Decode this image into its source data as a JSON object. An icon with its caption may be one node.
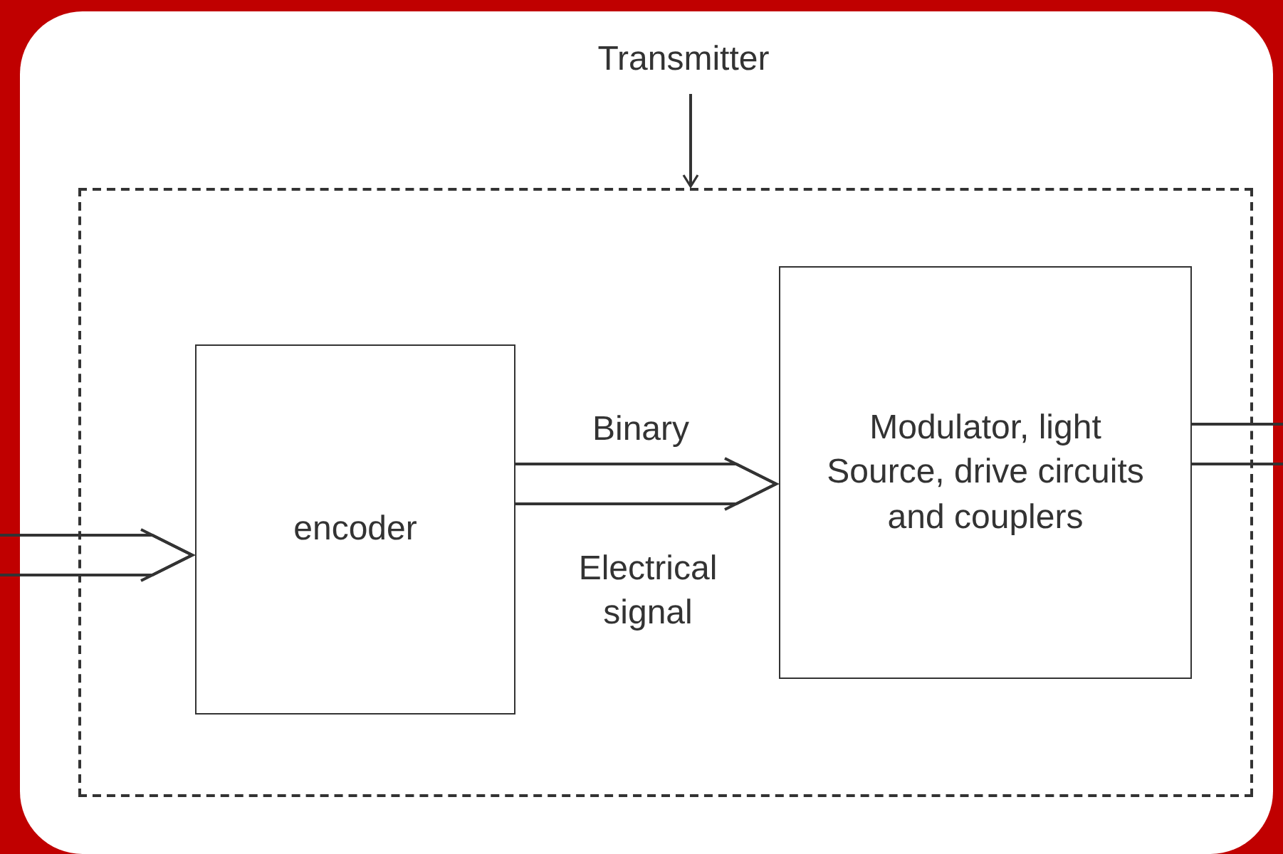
{
  "diagram": {
    "nodes": [
      {
        "text": [
          "Transmitter"
        ]
      },
      {
        "text": [],
        "shape": "box"
      },
      {
        "text": [
          "encoder"
        ],
        "in": 1
      },
      {
        "text": [
          "Modulator, light Source, drive circuits and couplers"
        ],
        "in": 1
      }
    ],
    "edges": [
      {
        "from": 0,
        "to": 1,
        "arrow": "to"
      },
      {
        "from": null,
        "to": 2,
        "arrow": "to"
      },
      {
        "from": 2,
        "to": 3,
        "arrow": "to",
        "label": "Binary"
      },
      {
        "from": 3,
        "to": null,
        "arrow": "none"
      }
    ],
    "labels": [
      "Electrical signal"
    ]
  }
}
